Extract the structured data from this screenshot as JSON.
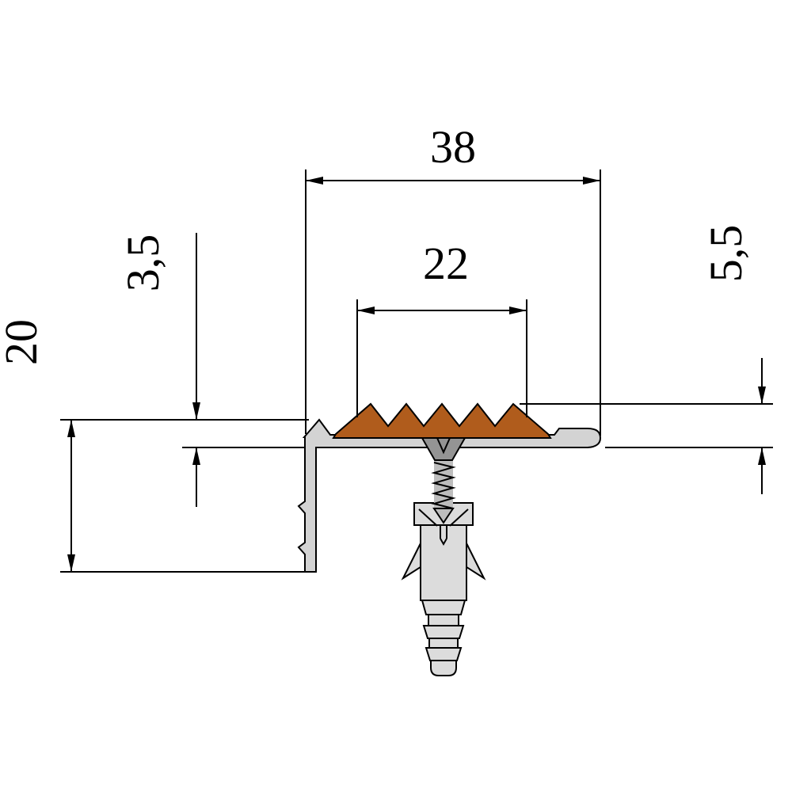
{
  "drawing": {
    "type": "technical-cross-section",
    "subject": "anti-slip stair nosing angle profile with rubber insert, countersunk screw and wall plug",
    "dimensions": {
      "overall_width": "38",
      "insert_width": "22",
      "flange_thickness": "3,5",
      "leg_height": "20",
      "nose_height": "5,5"
    },
    "colors": {
      "background": "#ffffff",
      "line": "#000000",
      "profile_fill": "#d3d3d3",
      "insert_fill": "#b05c1c",
      "screw_head_fill": "#949494",
      "screw_shank_fill": "#bdbdbd",
      "anchor_fill": "#dcdcdc"
    }
  }
}
